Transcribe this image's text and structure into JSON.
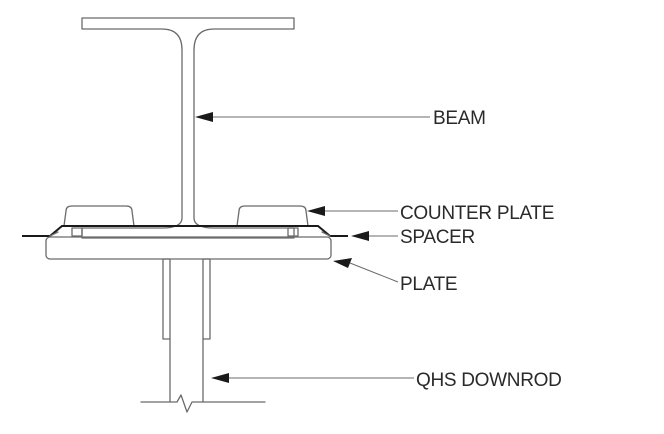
{
  "labels": {
    "beam": "BEAM",
    "counter_plate": "COUNTER PLATE",
    "spacer": "SPACER",
    "plate": "PLATE",
    "qhs_downrod": "QHS DOWNROD"
  },
  "colors": {
    "line": "#6b6b6b",
    "arrow": "#1a1a1a",
    "text": "#2a2a2a"
  }
}
